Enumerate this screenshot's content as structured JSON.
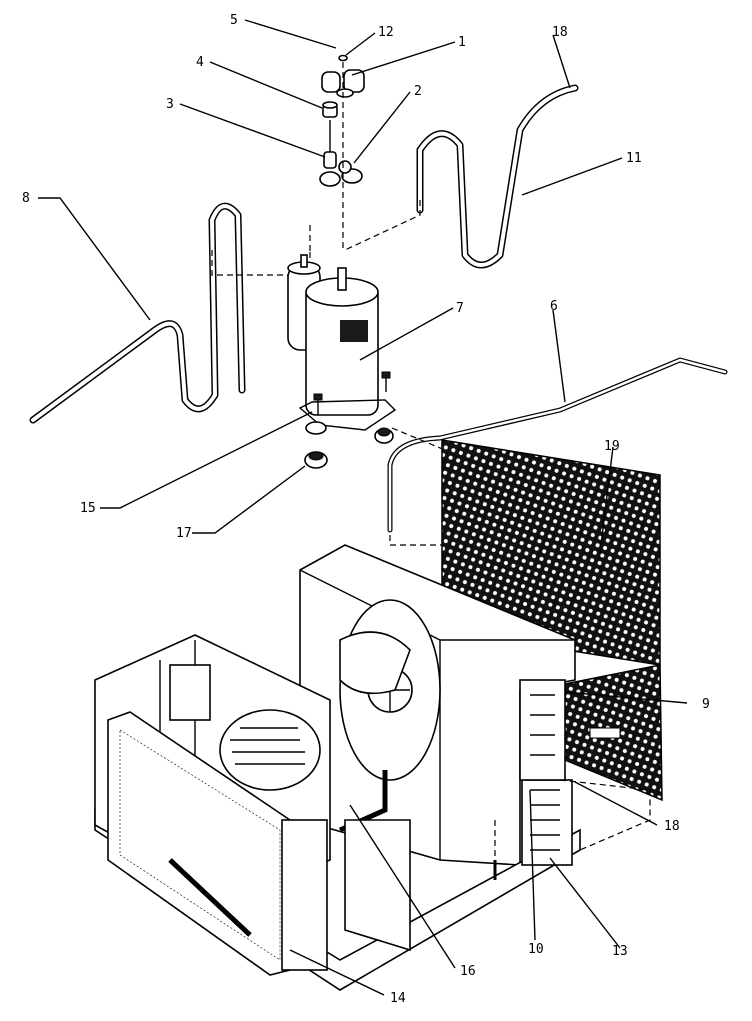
{
  "callouts": [
    {
      "id": "c5",
      "text": "5"
    },
    {
      "id": "c12",
      "text": "12"
    },
    {
      "id": "c1",
      "text": "1"
    },
    {
      "id": "c18a",
      "text": "18"
    },
    {
      "id": "c4",
      "text": "4"
    },
    {
      "id": "c2",
      "text": "2"
    },
    {
      "id": "c3",
      "text": "3"
    },
    {
      "id": "c11",
      "text": "11"
    },
    {
      "id": "c8",
      "text": "8"
    },
    {
      "id": "c7",
      "text": "7"
    },
    {
      "id": "c6",
      "text": "6"
    },
    {
      "id": "c19",
      "text": "19"
    },
    {
      "id": "c15",
      "text": "15"
    },
    {
      "id": "c17",
      "text": "17"
    },
    {
      "id": "c9",
      "text": "9"
    },
    {
      "id": "c18b",
      "text": "18"
    },
    {
      "id": "c10",
      "text": "10"
    },
    {
      "id": "c13",
      "text": "13"
    },
    {
      "id": "c16",
      "text": "16"
    },
    {
      "id": "c14",
      "text": "14"
    }
  ]
}
